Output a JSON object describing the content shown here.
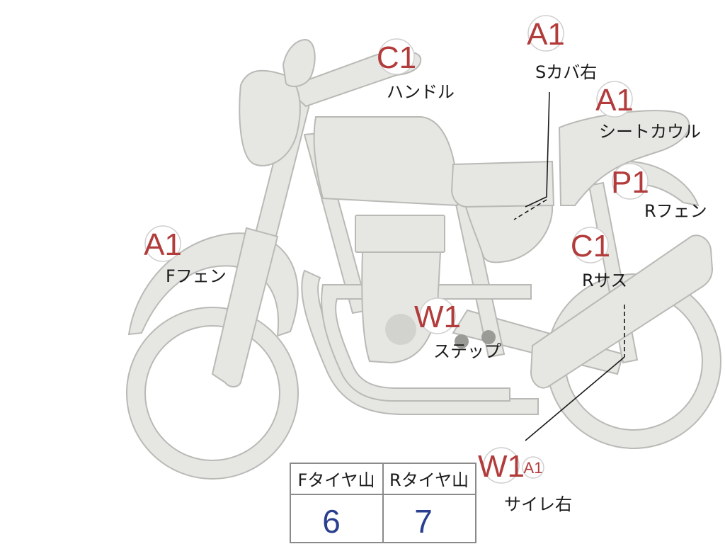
{
  "parts": [
    {
      "id": "handle",
      "code": "C1",
      "label": "ハンドル"
    },
    {
      "id": "s-cover-right",
      "code": "A1",
      "label": "Sカバ右"
    },
    {
      "id": "seat-cowl",
      "code": "A1",
      "label": "シートカウル"
    },
    {
      "id": "rear-fender",
      "code": "P1",
      "label": "Rフェン"
    },
    {
      "id": "front-fender",
      "code": "A1",
      "label": "Fフェン"
    },
    {
      "id": "rear-suspension",
      "code": "C1",
      "label": "Rサス"
    },
    {
      "id": "step",
      "code": "W1",
      "label": "ステップ"
    },
    {
      "id": "silencer-right",
      "code": "W1",
      "code2": "A1",
      "label": "サイレ右"
    }
  ],
  "tread_table": {
    "headers": [
      "Fタイヤ山",
      "Rタイヤ山"
    ],
    "values": [
      "6",
      "7"
    ]
  }
}
